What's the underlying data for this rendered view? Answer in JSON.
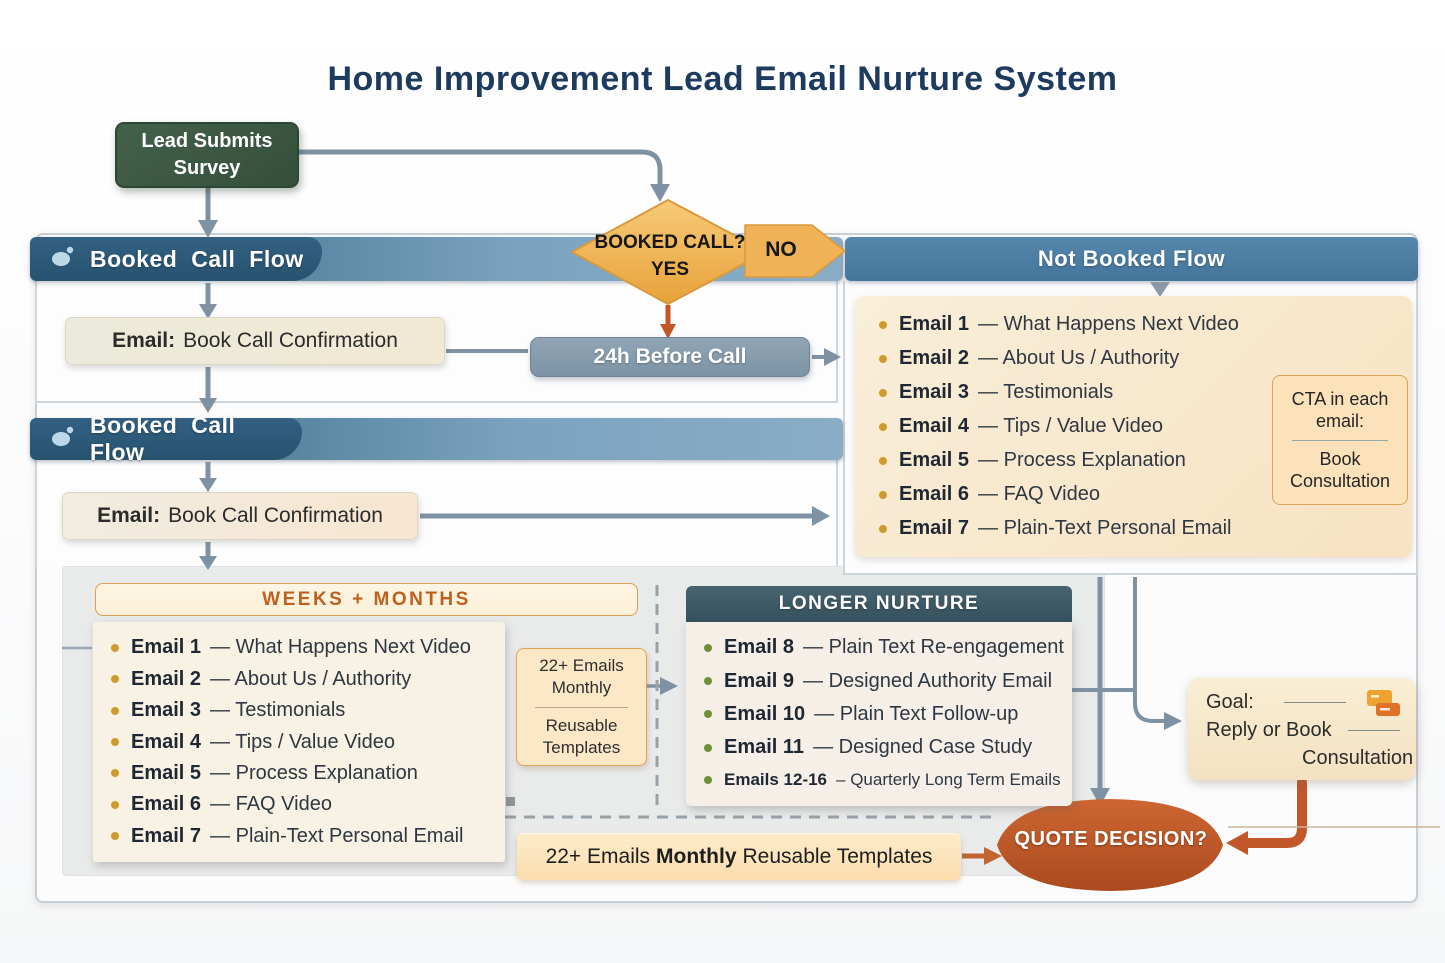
{
  "title": "Home Improvement Lead Email Nurture System",
  "lead_box": {
    "line1": "Lead Submits",
    "line2": "Survey"
  },
  "decision_diamond": {
    "question": "BOOKED CALL?",
    "yes_label": "YES",
    "no_label": "NO"
  },
  "booked_flow_1": {
    "header": "Booked Call Flow",
    "email_box": {
      "label": "Email:",
      "text": "Book Call Confirmation"
    },
    "before_call": "24h Before Call"
  },
  "booked_flow_2": {
    "header": "Booked Call Flow",
    "email_box": {
      "label": "Email:",
      "text": "Book Call Confirmation"
    }
  },
  "not_booked": {
    "header": "Not Booked Flow",
    "emails": [
      {
        "name": "Email 1",
        "desc": "—  What Happens Next Video"
      },
      {
        "name": "Email 2",
        "desc": "—  About Us / Authority"
      },
      {
        "name": "Email 3",
        "desc": "—  Testimonials"
      },
      {
        "name": "Email 4",
        "desc": "—  Tips / Value Video"
      },
      {
        "name": "Email 5",
        "desc": "—  Process Explanation"
      },
      {
        "name": "Email 6",
        "desc": "—  FAQ Video"
      },
      {
        "name": "Email 7",
        "desc": "—  Plain-Text Personal Email"
      }
    ],
    "cta": {
      "line1": "CTA in each email:",
      "line2": "Book Consultation"
    }
  },
  "weeks_months": {
    "header": "WEEKS + MONTHS",
    "emails": [
      {
        "name": "Email 1",
        "desc": "—  What Happens Next Video"
      },
      {
        "name": "Email 2",
        "desc": "—  About Us / Authority"
      },
      {
        "name": "Email 3",
        "desc": "—  Testimonials"
      },
      {
        "name": "Email 4",
        "desc": "—  Tips / Value Video"
      },
      {
        "name": "Email 5",
        "desc": "—  Process Explanation"
      },
      {
        "name": "Email 6",
        "desc": "—  FAQ Video"
      },
      {
        "name": "Email 7",
        "desc": "—  Plain-Text Personal Email"
      }
    ]
  },
  "monthly_box": {
    "line1": "22+ Emails Monthly",
    "line2": "Reusable Templates"
  },
  "longer_nurture": {
    "header": "LONGER NURTURE",
    "emails": [
      {
        "name": "Email 8",
        "desc": "—  Plain Text Re-engagement"
      },
      {
        "name": "Email 9",
        "desc": "—  Designed Authority Email"
      },
      {
        "name": "Email 10",
        "desc": "—  Plain Text Follow-up"
      },
      {
        "name": "Email 11",
        "desc": "—  Designed Case Study"
      },
      {
        "name": "Emails 12-16",
        "desc": "–  Quarterly Long Term Emails"
      }
    ]
  },
  "goal_box": {
    "label": "Goal:",
    "line2": "Reply or Book",
    "line3": "Consultation"
  },
  "quote_decision": {
    "label": "QUOTE DECISION?"
  },
  "bottom_banner": {
    "pre": "22+ Emails",
    "bold": "Monthly",
    "post": "Reusable Templates"
  },
  "colors": {
    "title": "#1d3a5f",
    "bar_dark": "#27536f",
    "bar_light": "#7ba3c0",
    "not_booked_bar": "#44759b",
    "diamond": "#eea942",
    "orange_accent": "#c2572a",
    "quote_shape": "#b85325",
    "cream_list": "#f7e9cf",
    "green_node": "#3b5a44",
    "gray_connector": "#7e92a3",
    "gold_bullet": "#cf9a2d",
    "green_bullet": "#6f9135"
  }
}
